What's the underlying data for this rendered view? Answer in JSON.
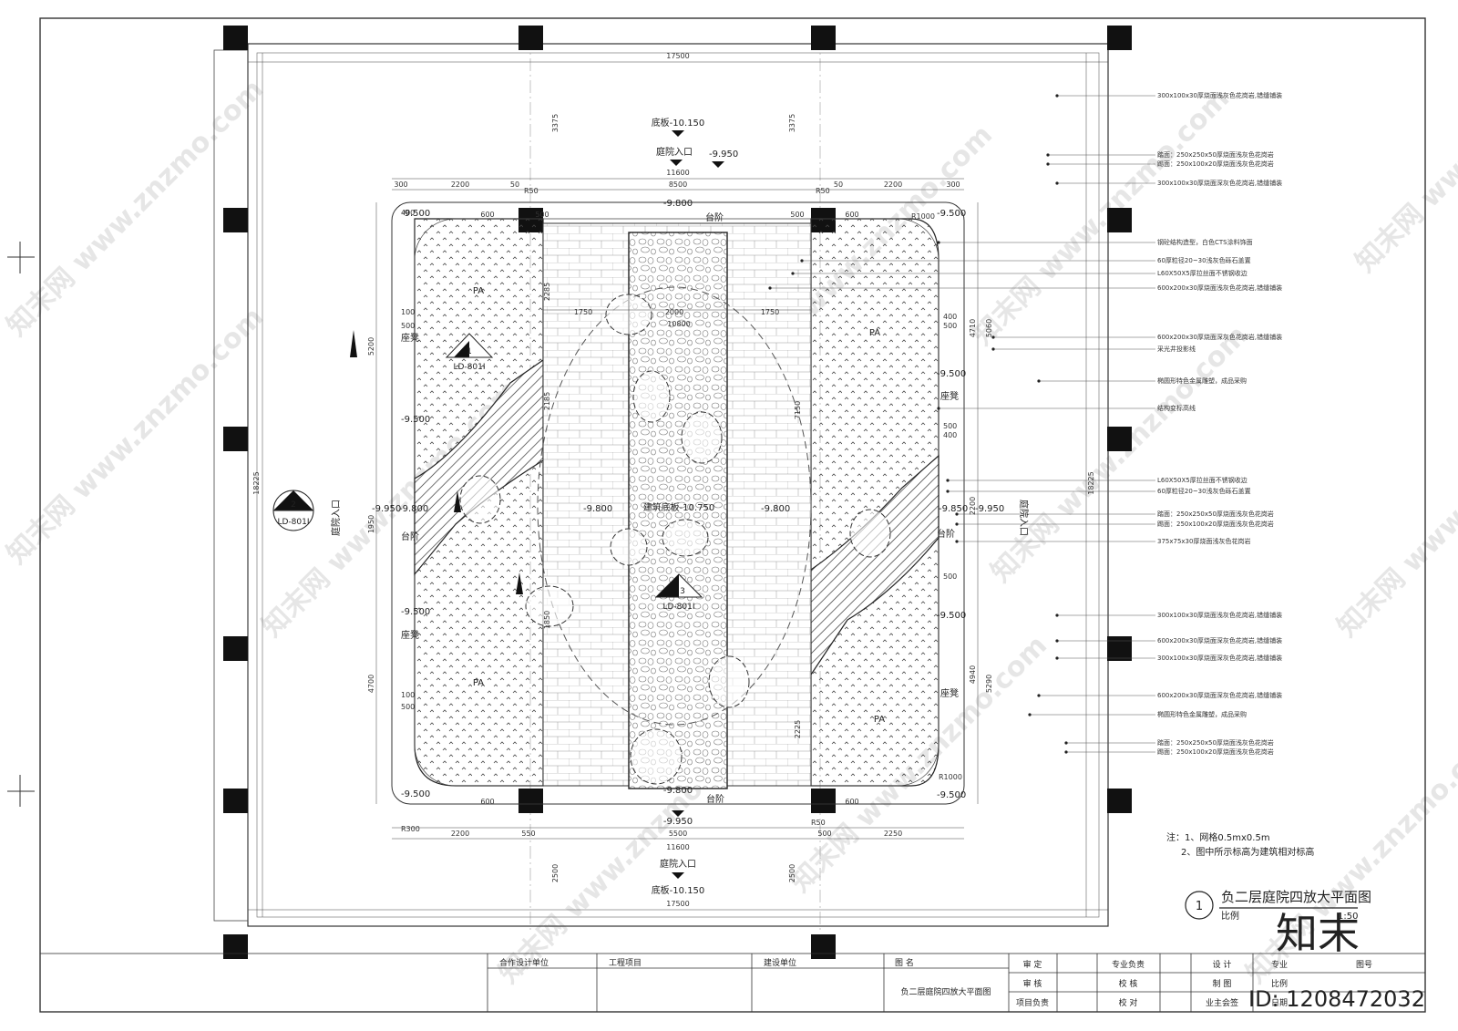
{
  "drawing_title": "负二层庭院四放大平面图",
  "sheet_number": "1",
  "scale_label": "比例",
  "scale_value": "1:50",
  "notes": [
    "注：1、网格0.5mx0.5m",
    "2、图中所示标高为建筑相对标高"
  ],
  "watermark": {
    "site": "www.znzmo.com",
    "brand": "知末网",
    "logo": "知末",
    "id": "ID: 1208472032"
  },
  "labels": {
    "entry": "庭院入口",
    "step": "台阶",
    "bench": "座凳",
    "bottom_plate": "底板-10.150",
    "building_plate": "建筑底板-10.750",
    "pa": "PA",
    "ref_ld": "LD-801I",
    "ref_num_1": "1",
    "ref_num_2": "2",
    "ref_num_3": "3"
  },
  "elevations": {
    "e9950": "-9.950",
    "e9800": "-9.800",
    "e9500": "-9.500",
    "e9850": "-9.850",
    "e10150": "-10.150"
  },
  "dimensions": {
    "d17500": "17500",
    "d11600": "11600",
    "d8500": "8500",
    "d5500": "5500",
    "d2200": "2200",
    "d2250": "2250",
    "d300": "300",
    "d50": "50",
    "d550": "550",
    "d500": "500",
    "d600": "600",
    "d1750": "1750",
    "d2000": "2000",
    "d10800": "10800",
    "d3375": "3375",
    "d2500": "2500",
    "d18225": "18225",
    "d5200": "5200",
    "d4700": "4700",
    "d1950": "1950",
    "d5060": "5060",
    "d4710": "4710",
    "d4940": "4940",
    "d5290": "5290",
    "d2200v": "2200",
    "d2285": "2285",
    "d2185": "2185",
    "d1850": "1850",
    "d7150": "7150",
    "d2225": "2225",
    "dR1000": "R1000",
    "dR50": "R50",
    "dR300": "R300",
    "d400": "400",
    "d100": "100"
  },
  "callouts": [
    "300x100x30厚烧面浅灰色花岗岩,错缝铺装",
    "踏面：250x250x50厚烧面浅灰色花岗岩",
    "踢面：250x100x20厚烧面浅灰色花岗岩",
    "300x100x30厚烧面深灰色花岗岩,错缝铺装",
    "钢砼结构造型，白色CTS涂料饰面",
    "60厚粒径20~30浅灰色砾石盖置",
    "L60X50X5厚拉丝面不锈钢收边",
    "600x200x30厚烧面浅灰色花岗岩,错缝铺装",
    "600x200x30厚烧面深灰色花岗岩,错缝铺装",
    "采光井投影线",
    "椭圆形特色金属雕塑，成品采购",
    "结构变标高线",
    "L60X50X5厚拉丝面不锈钢收边",
    "60厚粒径20~30浅灰色砾石盖置",
    "踏面：250x250x50厚烧面浅灰色花岗岩",
    "踢面：250x100x20厚烧面浅灰色花岗岩",
    "375x75x30厚烧面浅灰色花岗岩",
    "300x100x30厚烧面浅灰色花岗岩,错缝铺装",
    "600x200x30厚烧面深灰色花岗岩,错缝铺装",
    "300x100x30厚烧面深灰色花岗岩,错缝铺装",
    "600x200x30厚烧面深灰色花岗岩,错缝铺装",
    "椭圆形特色金属雕塑，成品采购",
    "踏面：250x250x50厚烧面浅灰色花岗岩",
    "踢面：250x100x20厚烧面浅灰色花岗岩"
  ],
  "title_block": {
    "partner": "合作设计单位",
    "project": "工程项目",
    "client": "建设单位",
    "drawing_name_label": "图  名",
    "drawing_name": "负二层庭院四放大平面图",
    "approve": "审  定",
    "review": "审  核",
    "project_lead": "项目负责",
    "discipline_lead": "专业负责",
    "check": "校  核",
    "proofread": "校  对",
    "design": "设  计",
    "draw": "制  图",
    "owner_sign": "业主会签",
    "discipline": "专业",
    "scale": "比例",
    "sheet": "图号",
    "date": "日期"
  }
}
